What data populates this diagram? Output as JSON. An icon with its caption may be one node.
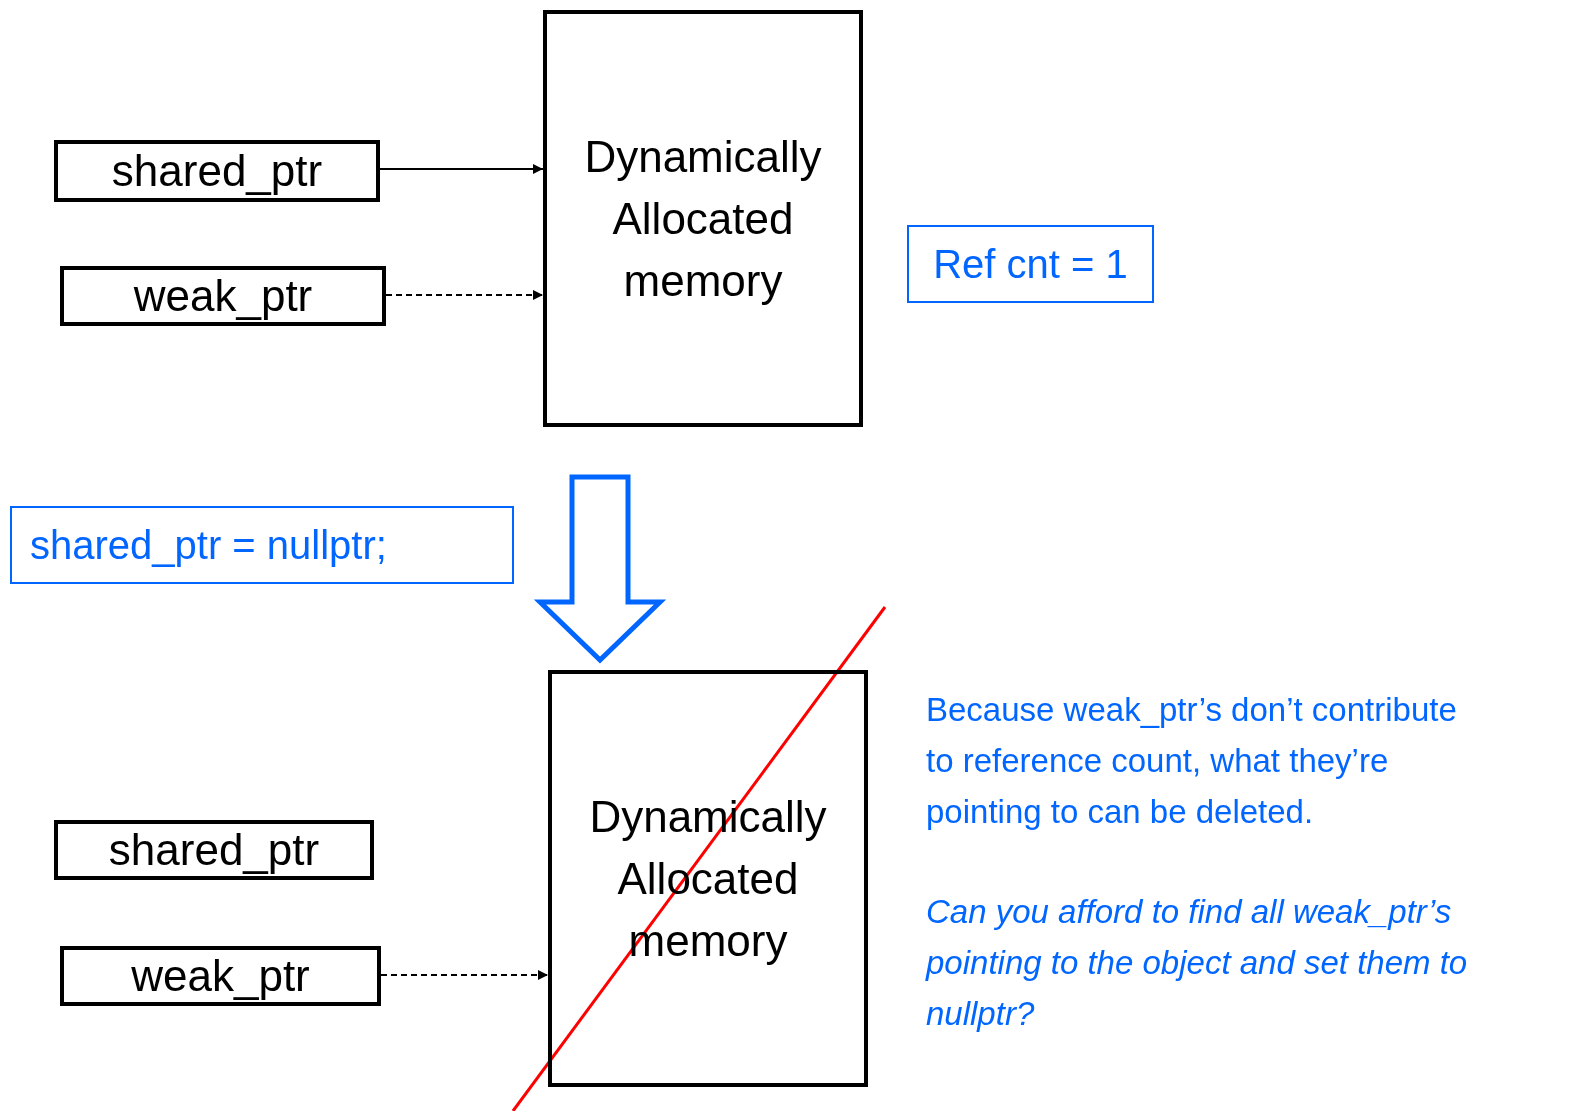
{
  "diagram": {
    "nodes": [
      {
        "text": [
          "shared_ptr"
        ]
      },
      {
        "text": [
          "weak_ptr"
        ]
      },
      {
        "text": [
          "Dynamically Allocated memory"
        ]
      },
      {
        "text": [
          "Ref cnt = 1"
        ]
      },
      {
        "text": [
          "shared_ptr = nullptr;"
        ]
      },
      {
        "text": [
          "shared_ptr"
        ]
      },
      {
        "text": [
          "weak_ptr"
        ]
      },
      {
        "text": [
          "Dynamically Allocated memory"
        ]
      }
    ],
    "edges": [
      {
        "from": 0,
        "to": 2,
        "arrow": "to"
      },
      {
        "from": 1,
        "to": 2,
        "arrow": "to",
        "style": "dashed"
      },
      {
        "from": 2,
        "to": 7,
        "arrow": "to",
        "style": "thick",
        "color": "#0066ff"
      },
      {
        "from": 6,
        "to": 7,
        "arrow": "to",
        "style": "dashed"
      }
    ],
    "labels": [
      "Because weak_ptr’s don’t contribute to reference count, what they’re pointing to can be deleted.",
      "Can you afford to find all weak_ptr’s pointing to the object and set them to nullptr?"
    ]
  }
}
